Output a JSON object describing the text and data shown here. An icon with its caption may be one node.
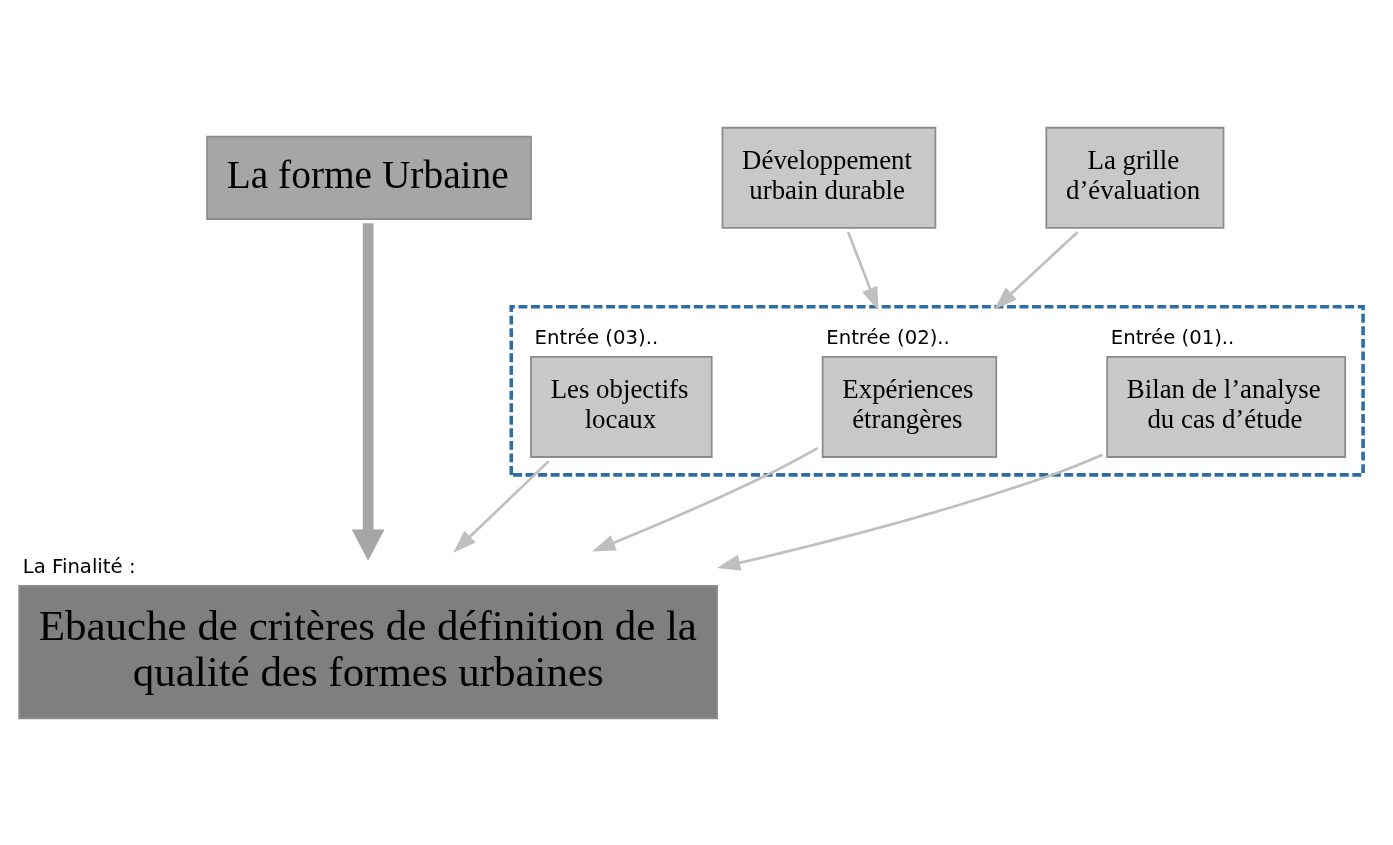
{
  "diagram": {
    "nodes": [
      {
        "text": [
          "La forme Urbaine"
        ]
      },
      {
        "text": [],
        "shape": "box"
      },
      {
        "text": [
          "Bilan de l’analyse du cas d’étude"
        ],
        "beside": [
          "Entrée (01).."
        ],
        "in": 1
      },
      {
        "text": [
          "Expériences étrangères"
        ],
        "beside": [
          "Entrée (02).."
        ],
        "in": 1
      },
      {
        "text": [
          "Les objectifs locaux"
        ],
        "beside": [
          "Entrée (03).."
        ],
        "in": 1
      },
      {
        "text": [
          "Développement urbain durable"
        ]
      },
      {
        "text": [
          "La grille d’évaluation"
        ]
      },
      {
        "text": [
          "Ebauche de critères de définition de la qualité des formes urbaines"
        ],
        "beside": [
          "La Finalité :"
        ]
      }
    ],
    "edges": [
      {
        "from": 0,
        "to": 7,
        "arrow": "to",
        "style": "thick",
        "color": "#a6a6a6"
      },
      {
        "from": 2,
        "to": 7,
        "arrow": "to"
      },
      {
        "from": 3,
        "to": 7,
        "arrow": "to"
      },
      {
        "from": 4,
        "to": 7,
        "arrow": "to"
      },
      {
        "from": 5,
        "to": 1,
        "arrow": "to"
      },
      {
        "from": 6,
        "to": 1,
        "arrow": "to"
      }
    ]
  }
}
